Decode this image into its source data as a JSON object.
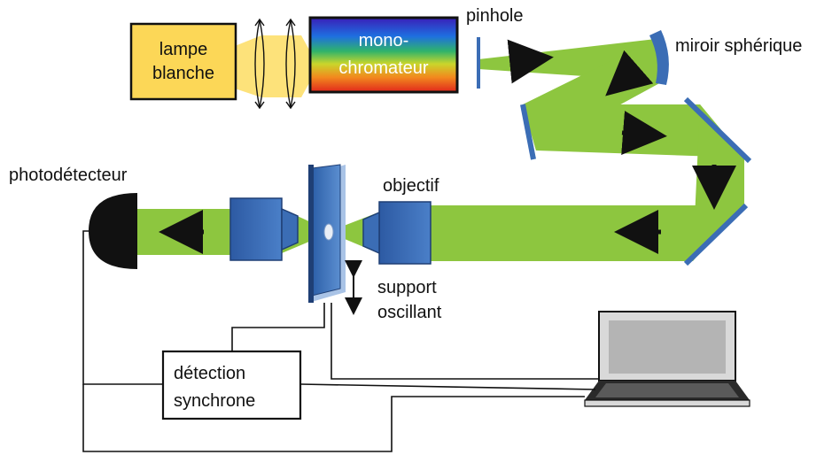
{
  "labels": {
    "lamp_line1": "lampe",
    "lamp_line2": "blanche",
    "mono_line1": "mono-",
    "mono_line2": "chromateur",
    "pinhole": "pinhole",
    "mirror": "miroir sphérique",
    "photodetector": "photodétecteur",
    "objective": "objectif",
    "support_line1": "support",
    "support_line2": "oscillant",
    "detection_line1": "détection",
    "detection_line2": "synchrone"
  },
  "colors": {
    "beam": "#8dc63f",
    "lamp_fill": "#fcd757",
    "lens_blue": "#3b6db5",
    "mirror_blue": "#3b6db5",
    "lamp_glow": "#fde27a"
  },
  "icons": {
    "beam_arrow": "arrow-icon",
    "photodetector": "photodetector-icon",
    "laptop": "laptop-icon",
    "lens": "lens-icon"
  }
}
